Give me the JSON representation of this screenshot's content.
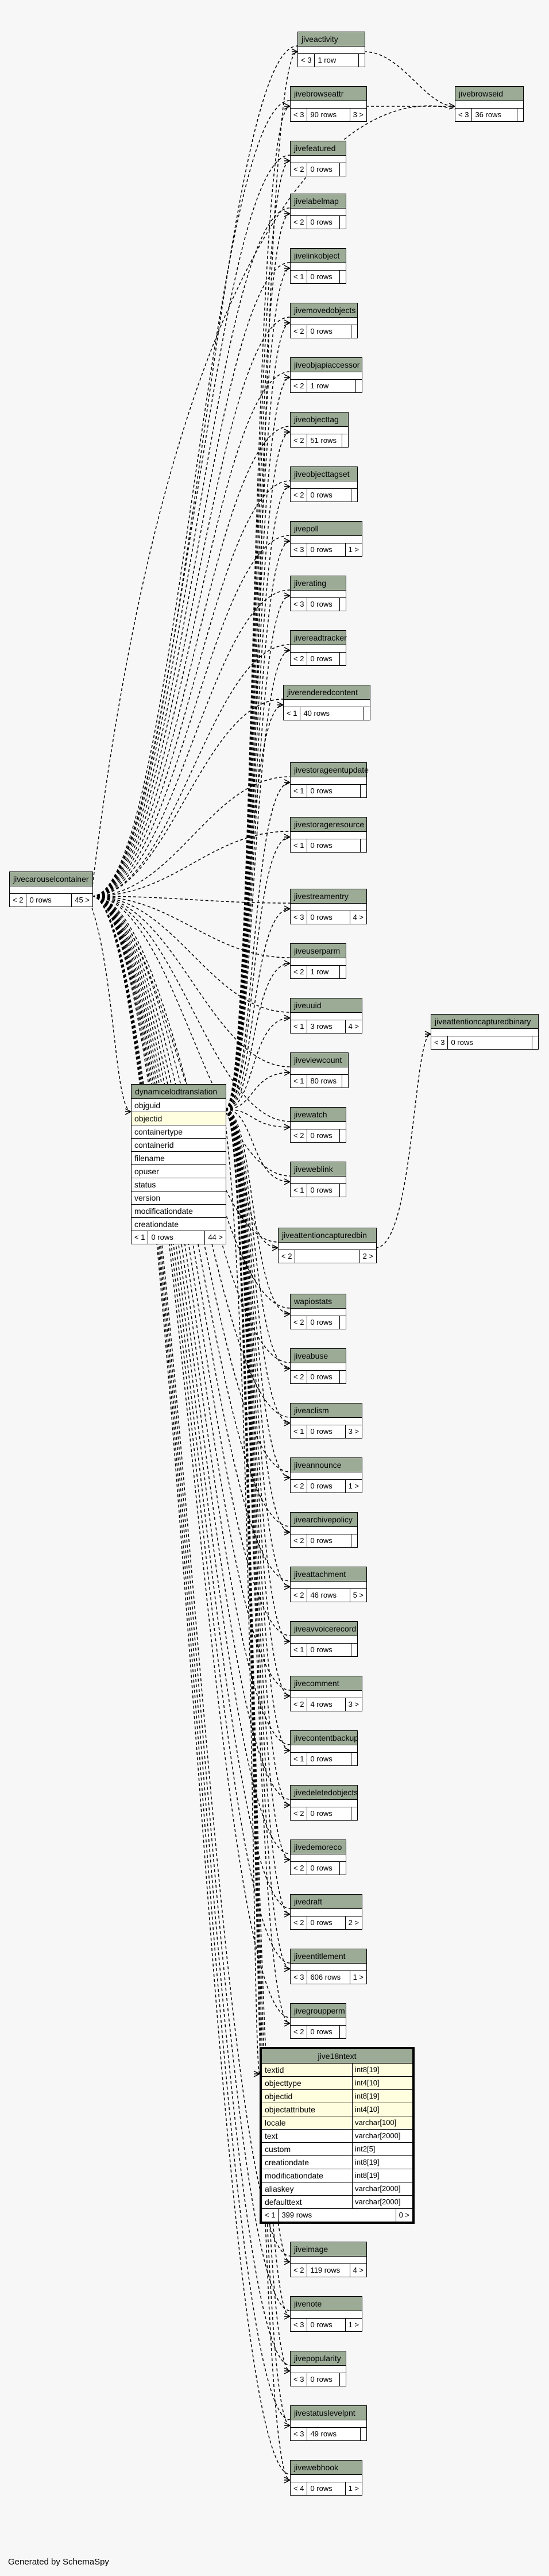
{
  "footer": "Generated by SchemaSpy",
  "tables": [
    {
      "id": "jiveactivity",
      "name": "jiveactivity",
      "left": "< 3",
      "rows": "1 row",
      "right": ""
    },
    {
      "id": "jivebrowseattr",
      "name": "jivebrowseattr",
      "left": "< 3",
      "rows": "90 rows",
      "right": "3 >"
    },
    {
      "id": "jivefeatured",
      "name": "jivefeatured",
      "left": "< 2",
      "rows": "0 rows",
      "right": ""
    },
    {
      "id": "jivelabelmap",
      "name": "jivelabelmap",
      "left": "< 2",
      "rows": "0 rows",
      "right": ""
    },
    {
      "id": "jivelinkobject",
      "name": "jivelinkobject",
      "left": "< 1",
      "rows": "0 rows",
      "right": ""
    },
    {
      "id": "jivemovedobjects",
      "name": "jivemovedobjects",
      "left": "< 2",
      "rows": "0 rows",
      "right": ""
    },
    {
      "id": "jiveobjapiaccessor",
      "name": "jiveobjapiaccessor",
      "left": "< 2",
      "rows": "1 row",
      "right": ""
    },
    {
      "id": "jiveobjecttag",
      "name": "jiveobjecttag",
      "left": "< 2",
      "rows": "51 rows",
      "right": ""
    },
    {
      "id": "jiveobjecttagset",
      "name": "jiveobjecttagset",
      "left": "< 2",
      "rows": "0 rows",
      "right": ""
    },
    {
      "id": "jivepoll",
      "name": "jivepoll",
      "left": "< 3",
      "rows": "0 rows",
      "right": "1 >"
    },
    {
      "id": "jiverating",
      "name": "jiverating",
      "left": "< 3",
      "rows": "0 rows",
      "right": ""
    },
    {
      "id": "jivereadtracker",
      "name": "jivereadtracker",
      "left": "< 2",
      "rows": "0 rows",
      "right": ""
    },
    {
      "id": "jiverenderedcontent",
      "name": "jiverenderedcontent",
      "left": "< 1",
      "rows": "40 rows",
      "right": ""
    },
    {
      "id": "jivestorageentupdate",
      "name": "jivestorageentupdate",
      "left": "< 1",
      "rows": "0 rows",
      "right": ""
    },
    {
      "id": "jivestorageresource",
      "name": "jivestorageresource",
      "left": "< 1",
      "rows": "0 rows",
      "right": ""
    },
    {
      "id": "jivestreamentry",
      "name": "jivestreamentry",
      "left": "< 3",
      "rows": "0 rows",
      "right": "4 >"
    },
    {
      "id": "jiveuserparm",
      "name": "jiveuserparm",
      "left": "< 2",
      "rows": "1 row",
      "right": ""
    },
    {
      "id": "jiveuuid",
      "name": "jiveuuid",
      "left": "< 1",
      "rows": "3 rows",
      "right": "4 >"
    },
    {
      "id": "jiveviewcount",
      "name": "jiveviewcount",
      "left": "< 1",
      "rows": "80 rows",
      "right": ""
    },
    {
      "id": "jivewatch",
      "name": "jivewatch",
      "left": "< 2",
      "rows": "0 rows",
      "right": ""
    },
    {
      "id": "jiveweblink",
      "name": "jiveweblink",
      "left": "< 1",
      "rows": "0 rows",
      "right": ""
    },
    {
      "id": "jiveattentioncapturedbin",
      "name": "jiveattentioncapturedbin",
      "left": "< 2",
      "rows": "",
      "right": "2 >"
    },
    {
      "id": "wapiostats",
      "name": "wapiostats",
      "left": "< 2",
      "rows": "0 rows",
      "right": ""
    },
    {
      "id": "jiveabuse",
      "name": "jiveabuse",
      "left": "< 2",
      "rows": "0 rows",
      "right": ""
    },
    {
      "id": "jiveaclism",
      "name": "jiveaclism",
      "left": "< 1",
      "rows": "0 rows",
      "right": "3 >"
    },
    {
      "id": "jiveannounce",
      "name": "jiveannounce",
      "left": "< 2",
      "rows": "0 rows",
      "right": "1 >"
    },
    {
      "id": "jivearchivepolicy",
      "name": "jivearchivepolicy",
      "left": "< 2",
      "rows": "0 rows",
      "right": ""
    },
    {
      "id": "jiveattachment",
      "name": "jiveattachment",
      "left": "< 2",
      "rows": "46 rows",
      "right": "5 >"
    },
    {
      "id": "jiveavvoicerecord",
      "name": "jiveavvoicerecord",
      "left": "< 1",
      "rows": "0 rows",
      "right": ""
    },
    {
      "id": "jivecomment",
      "name": "jivecomment",
      "left": "< 2",
      "rows": "4 rows",
      "right": "3 >"
    },
    {
      "id": "jivecontentbackup",
      "name": "jivecontentbackup",
      "left": "< 1",
      "rows": "0 rows",
      "right": ""
    },
    {
      "id": "jivedeletedobjects",
      "name": "jivedeletedobjects",
      "left": "< 2",
      "rows": "0 rows",
      "right": ""
    },
    {
      "id": "jivedemoreco",
      "name": "jivedemoreco",
      "left": "< 2",
      "rows": "0 rows",
      "right": ""
    },
    {
      "id": "jivedraft",
      "name": "jivedraft",
      "left": "< 2",
      "rows": "0 rows",
      "right": "2 >"
    },
    {
      "id": "jiveentitlement",
      "name": "jiveentitlement",
      "left": "< 3",
      "rows": "606 rows",
      "right": "1 >"
    },
    {
      "id": "jivegroupperm",
      "name": "jivegroupperm",
      "left": "< 2",
      "rows": "0 rows",
      "right": ""
    },
    {
      "id": "jiveimage",
      "name": "jiveimage",
      "left": "< 2",
      "rows": "119 rows",
      "right": "4 >"
    },
    {
      "id": "jivenote",
      "name": "jivenote",
      "left": "< 3",
      "rows": "0 rows",
      "right": "1 >"
    },
    {
      "id": "jivepopularity",
      "name": "jivepopularity",
      "left": "< 3",
      "rows": "0 rows",
      "right": ""
    },
    {
      "id": "jivestatuslevelpnt",
      "name": "jivestatuslevelpnt",
      "left": "< 3",
      "rows": "49 rows",
      "right": ""
    },
    {
      "id": "jivewebhook",
      "name": "jivewebhook",
      "left": "< 4",
      "rows": "0 rows",
      "right": "1 >"
    },
    {
      "id": "jivebrowseid",
      "name": "jivebrowseid",
      "left": "< 3",
      "rows": "36 rows",
      "right": ""
    },
    {
      "id": "jivecarouselcontainer",
      "name": "jivecarouselcontainer",
      "left": "< 2",
      "rows": "0 rows",
      "right": "45 >"
    },
    {
      "id": "jiveattentioncapturedbinary",
      "name": "jiveattentioncapturedbinary",
      "left": "< 3",
      "rows": "0 rows",
      "right": ""
    }
  ],
  "translation_table": {
    "name": "dynamicelodtranslation",
    "columns": [
      "objguid",
      "objectid",
      "containertype",
      "containerid",
      "filename",
      "opuser",
      "status",
      "version",
      "modificationdate",
      "creationdate"
    ],
    "footer_left": "< 1",
    "footer_rows": "0 rows",
    "footer_right": "44 >"
  },
  "focus_table": {
    "name": "jive18ntext",
    "columns": [
      {
        "name": "textid",
        "type": "int8[19]"
      },
      {
        "name": "objecttype",
        "type": "int4[10]"
      },
      {
        "name": "objectid",
        "type": "int8[19]"
      },
      {
        "name": "objectattribute",
        "type": "int4[10]"
      },
      {
        "name": "locale",
        "type": "varchar[100]"
      },
      {
        "name": "text",
        "type": "varchar[2000]"
      },
      {
        "name": "custom",
        "type": "int2[5]"
      },
      {
        "name": "creationdate",
        "type": "int8[19]"
      },
      {
        "name": "modificationdate",
        "type": "int8[19]"
      },
      {
        "name": "aliaskey",
        "type": "varchar[2000]"
      },
      {
        "name": "defaulttext",
        "type": "varchar[2000]"
      }
    ],
    "footer_left": "< 1",
    "footer_rows": "399 rows",
    "footer_right": "0 >"
  }
}
